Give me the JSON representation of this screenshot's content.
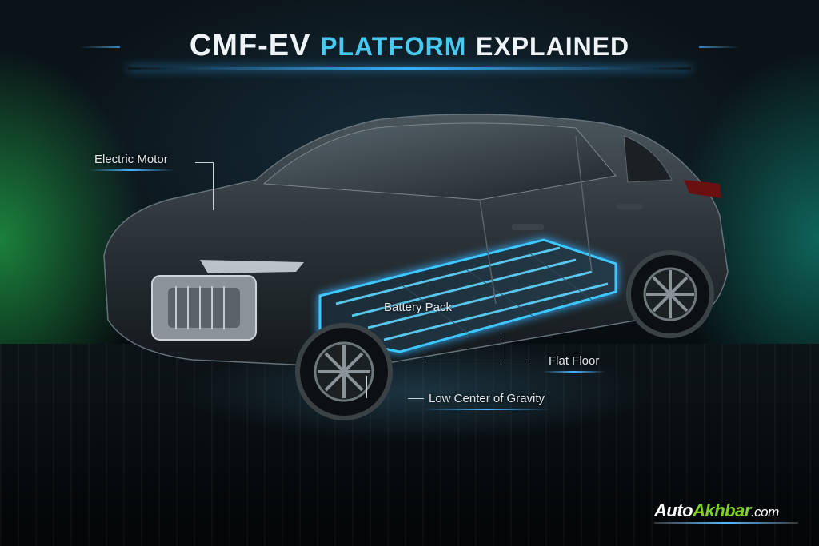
{
  "title": {
    "part1": "CMF-EV",
    "part2": "PLATFORM",
    "part3": "EXPLAINED"
  },
  "callouts": [
    {
      "label": "Electric Motor"
    },
    {
      "label": "Battery Pack"
    },
    {
      "label": "Flat Floor"
    },
    {
      "label": "Low Center of Gravity"
    }
  ],
  "logo": {
    "part1": "Auto",
    "part2": "Akhbar",
    "part3": ".com"
  },
  "colors": {
    "accent_blue": "#48c9f0",
    "glow_blue": "#3ab0ff",
    "logo_green": "#7ed321",
    "left_glow": "#28dc5a",
    "right_glow": "#14c8aa"
  }
}
